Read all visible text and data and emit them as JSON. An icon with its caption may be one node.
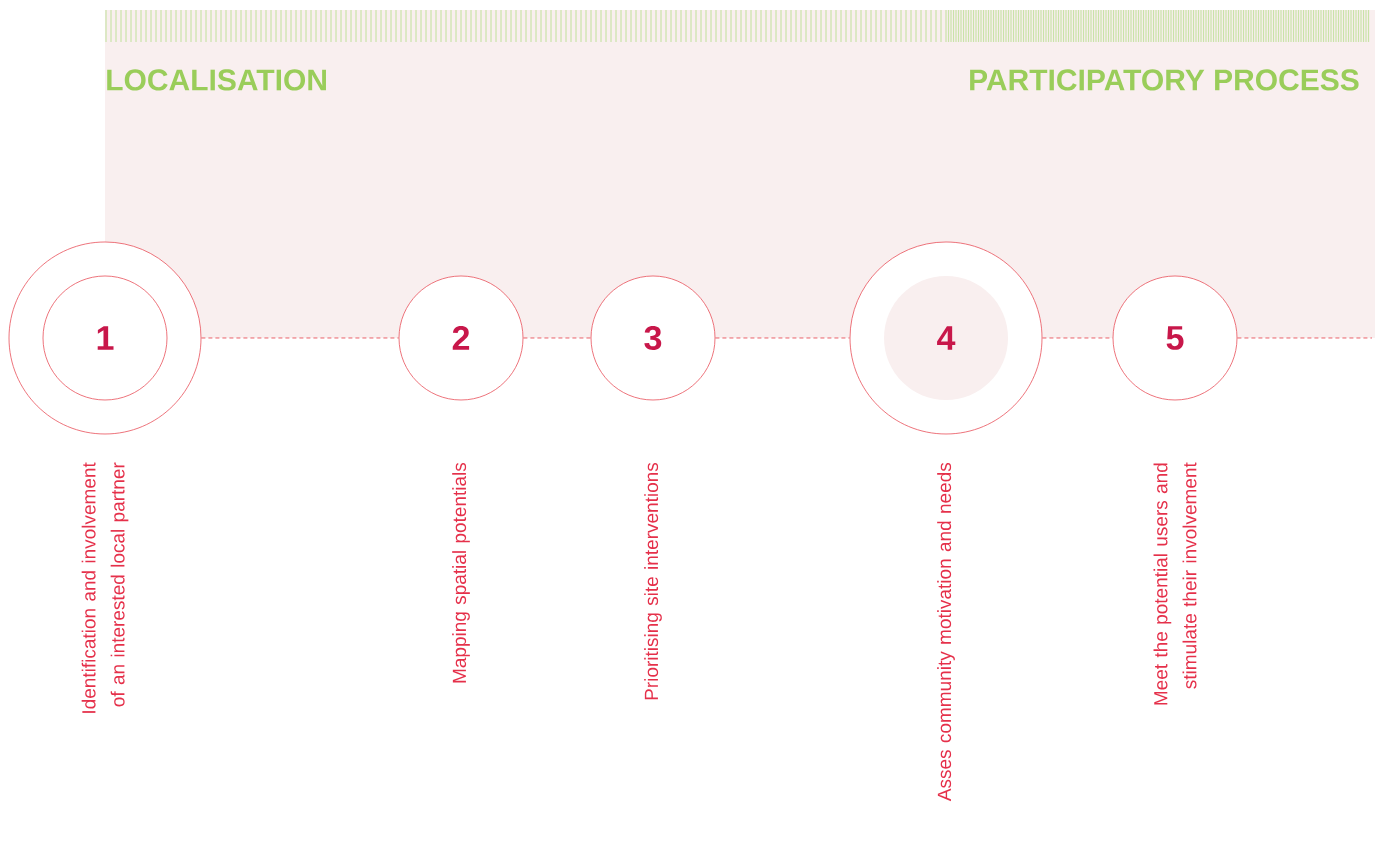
{
  "diagram": {
    "nodes": [
      {
        "text": [
          "1"
        ],
        "beside": [
          "Identification and involvement of an interested local partner"
        ]
      },
      {
        "text": [
          "2"
        ],
        "beside": [
          "Mapping spatial potentials"
        ]
      },
      {
        "text": [
          "3"
        ],
        "beside": [
          "Prioritising site interventions"
        ]
      },
      {
        "text": [
          "4"
        ],
        "beside": [
          "Asses community motivation and needs"
        ]
      },
      {
        "text": [
          "5"
        ],
        "beside": [
          "Meet the potential users and stimulate their involvement"
        ]
      }
    ],
    "edges": [
      {
        "from": 0,
        "to": 1,
        "arrow": "none",
        "style": "dashed"
      },
      {
        "from": 1,
        "to": 2,
        "arrow": "none",
        "style": "dashed"
      },
      {
        "from": 2,
        "to": 3,
        "arrow": "none",
        "style": "dashed"
      },
      {
        "from": 3,
        "to": 4,
        "arrow": "none",
        "style": "dashed"
      },
      {
        "from": 4,
        "to": null,
        "arrow": "none",
        "style": "dashed"
      }
    ],
    "labels": [
      "LOCALISATION",
      "PARTICIPATORY PROCESS"
    ]
  }
}
